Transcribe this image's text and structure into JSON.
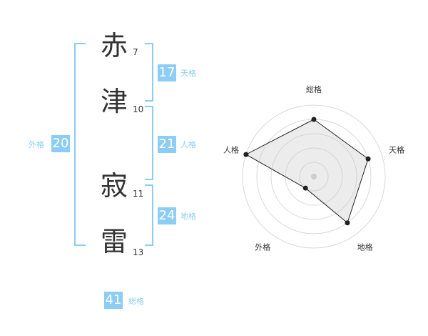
{
  "name": [
    {
      "char": "赤",
      "strokes": "7"
    },
    {
      "char": "津",
      "strokes": "10"
    },
    {
      "char": "寂",
      "strokes": "11"
    },
    {
      "char": "雷",
      "strokes": "13"
    }
  ],
  "kakusu": {
    "tenkaku": {
      "value": "17",
      "label": "天格"
    },
    "jinkaku": {
      "value": "21",
      "label": "人格"
    },
    "chikaku": {
      "value": "24",
      "label": "地格"
    },
    "gaikaku": {
      "value": "20",
      "label": "外格"
    },
    "soukaku": {
      "value": "41",
      "label": "総格"
    }
  },
  "chart_data": {
    "type": "radar",
    "axes": [
      "総格",
      "天格",
      "地格",
      "外格",
      "人格"
    ],
    "max": 5,
    "values": [
      4,
      4,
      4,
      1,
      5
    ],
    "rings": 5
  },
  "colors": {
    "accent": "#8ccdf5",
    "text": "#333333",
    "fill": "#efefef"
  }
}
